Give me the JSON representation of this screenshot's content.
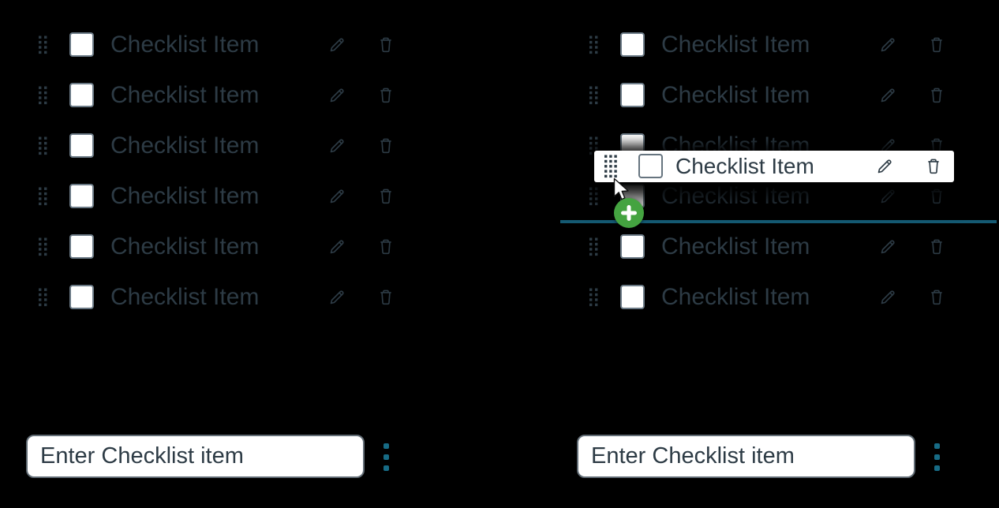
{
  "left_panel": {
    "items": [
      {
        "label": "Checklist Item"
      },
      {
        "label": "Checklist Item"
      },
      {
        "label": "Checklist Item"
      },
      {
        "label": "Checklist Item"
      },
      {
        "label": "Checklist Item"
      },
      {
        "label": "Checklist Item"
      }
    ],
    "new_item_input": {
      "placeholder": "Enter Checklist item",
      "value": ""
    }
  },
  "right_panel": {
    "items": [
      {
        "label": "Checklist Item"
      },
      {
        "label": "Checklist Item"
      },
      {
        "label": "Checklist Item"
      },
      {
        "label": "Checklist Item"
      },
      {
        "label": "Checklist Item"
      },
      {
        "label": "Checklist Item"
      }
    ],
    "drag_card": {
      "label": "Checklist Item"
    },
    "new_item_input": {
      "placeholder": "Enter Checklist item",
      "value": ""
    }
  },
  "icons": {
    "row_drag_handle": "drag-dots-grid",
    "edit": "pencil",
    "delete": "trash-can",
    "input_handle": "vertical-teal-dots",
    "drop_badge": "plus-circle",
    "pointer": "arrow-cursor"
  },
  "colors": {
    "background": "#000000",
    "ink": "#2d3b45",
    "checkbox_border": "#6b7a86",
    "card_background": "#ffffff",
    "drop_line_teal": "#155a73",
    "kebab_dot_teal": "#176b85",
    "add_badge_green": "#44a340",
    "input_border": "#626d76"
  }
}
